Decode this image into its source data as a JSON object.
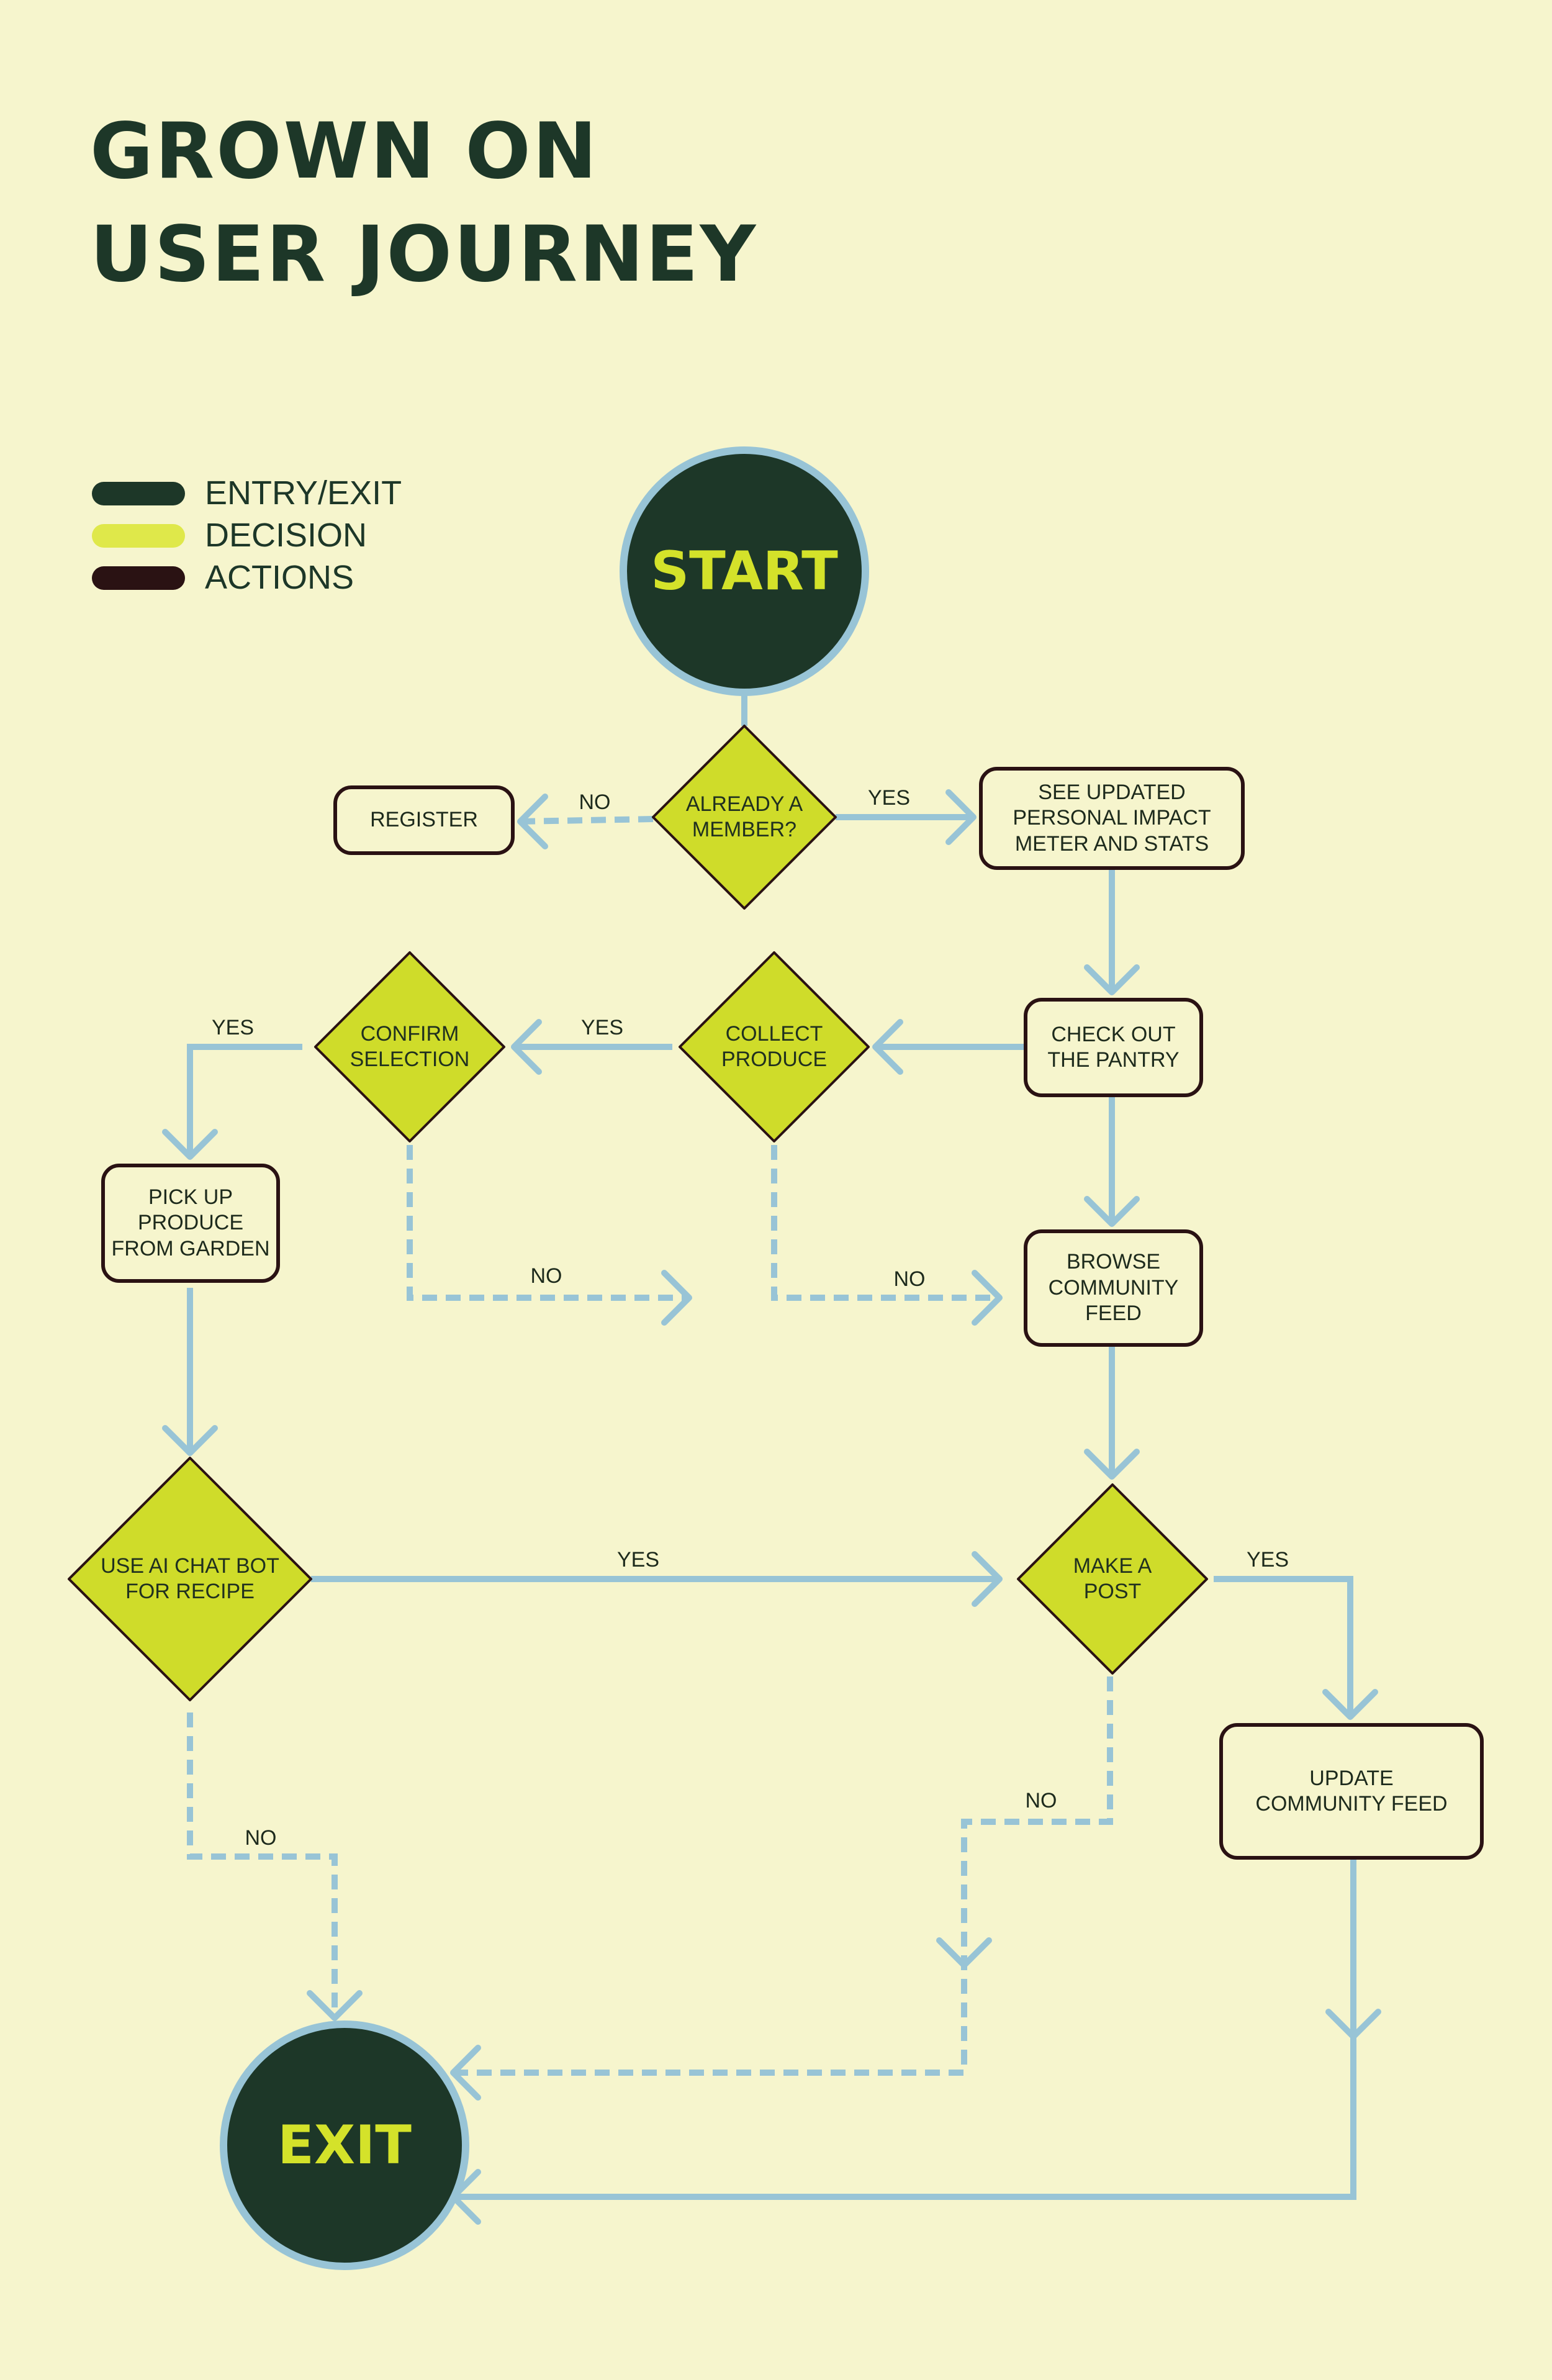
{
  "title": [
    "GROWN ON",
    "USER JOURNEY"
  ],
  "colors": {
    "background": "#f6f5cd",
    "entry_exit": "#1d3728",
    "decision": "#cfdc2a",
    "decision_legend": "#dfe84a",
    "actions": "#2a1213",
    "connector": "#98c4d6",
    "text_dark": "#1d3728",
    "terminal_text": "#d4e22a"
  },
  "legend": [
    {
      "label": "ENTRY/EXIT",
      "color": "#1d3728"
    },
    {
      "label": "DECISION",
      "color": "#dfe84a"
    },
    {
      "label": "ACTIONS",
      "color": "#2a1213"
    }
  ],
  "nodes": {
    "start": {
      "label": "START",
      "type": "entry_exit"
    },
    "already_member": {
      "label": "ALREADY A\nMEMBER?",
      "type": "decision"
    },
    "register": {
      "label": "REGISTER",
      "type": "action"
    },
    "see_updated": {
      "label": "SEE UPDATED\nPERSONAL IMPACT\nMETER AND STATS",
      "type": "action"
    },
    "check_pantry": {
      "label": "CHECK OUT\nTHE PANTRY",
      "type": "action"
    },
    "collect_produce": {
      "label": "COLLECT\nPRODUCE",
      "type": "decision"
    },
    "confirm_selection": {
      "label": "CONFIRM\nSELECTION",
      "type": "decision"
    },
    "pick_up": {
      "label": "PICK UP\nPRODUCE\nFROM GARDEN",
      "type": "action"
    },
    "browse_feed": {
      "label": "BROWSE\nCOMMUNITY\nFEED",
      "type": "action"
    },
    "ai_chatbot": {
      "label": "USE AI CHAT BOT\nFOR RECIPE",
      "type": "decision"
    },
    "make_post": {
      "label": "MAKE A\nPOST",
      "type": "decision"
    },
    "update_feed": {
      "label": "UPDATE\nCOMMUNITY FEED",
      "type": "action"
    },
    "exit": {
      "label": "EXIT",
      "type": "entry_exit"
    }
  },
  "edges": [
    {
      "id": "start-member",
      "from": "start",
      "to": "already_member",
      "label": "",
      "style": "solid"
    },
    {
      "id": "member-register",
      "from": "already_member",
      "to": "register",
      "label": "NO",
      "style": "dashed"
    },
    {
      "id": "member-see",
      "from": "already_member",
      "to": "see_updated",
      "label": "YES",
      "style": "solid"
    },
    {
      "id": "see-pantry",
      "from": "see_updated",
      "to": "check_pantry",
      "label": "",
      "style": "solid"
    },
    {
      "id": "pantry-collect",
      "from": "check_pantry",
      "to": "collect_produce",
      "label": "",
      "style": "solid"
    },
    {
      "id": "collect-confirm",
      "from": "collect_produce",
      "to": "confirm_selection",
      "label": "YES",
      "style": "solid"
    },
    {
      "id": "confirm-pickup",
      "from": "confirm_selection",
      "to": "pick_up",
      "label": "YES",
      "style": "solid"
    },
    {
      "id": "confirm-browse",
      "from": "confirm_selection",
      "to": "browse_feed",
      "label": "NO",
      "style": "dashed"
    },
    {
      "id": "collect-browse",
      "from": "collect_produce",
      "to": "browse_feed",
      "label": "NO",
      "style": "dashed"
    },
    {
      "id": "pantry-browse",
      "from": "check_pantry",
      "to": "browse_feed",
      "label": "",
      "style": "solid"
    },
    {
      "id": "pickup-ai",
      "from": "pick_up",
      "to": "ai_chatbot",
      "label": "",
      "style": "solid"
    },
    {
      "id": "browse-post",
      "from": "browse_feed",
      "to": "make_post",
      "label": "",
      "style": "solid"
    },
    {
      "id": "ai-post",
      "from": "ai_chatbot",
      "to": "make_post",
      "label": "YES",
      "style": "solid"
    },
    {
      "id": "post-update",
      "from": "make_post",
      "to": "update_feed",
      "label": "YES",
      "style": "solid"
    },
    {
      "id": "ai-exit",
      "from": "ai_chatbot",
      "to": "exit",
      "label": "NO",
      "style": "dashed"
    },
    {
      "id": "post-exit",
      "from": "make_post",
      "to": "exit",
      "label": "NO",
      "style": "dashed"
    },
    {
      "id": "update-exit",
      "from": "update_feed",
      "to": "exit",
      "label": "",
      "style": "solid"
    }
  ]
}
